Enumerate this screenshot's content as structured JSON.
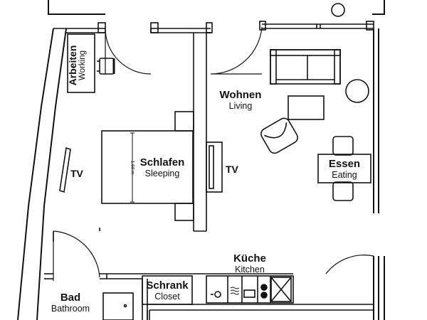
{
  "rooms": {
    "working": {
      "de": "Arbeiten",
      "en": "Working"
    },
    "living": {
      "de": "Wohnen",
      "en": "Living"
    },
    "sleeping": {
      "de": "Schlafen",
      "en": "Sleeping"
    },
    "eating": {
      "de": "Essen",
      "en": "Eating"
    },
    "kitchen": {
      "de": "Küche",
      "en": "Kitchen"
    },
    "closet": {
      "de": "Schrank",
      "en": "Closet"
    },
    "bath": {
      "de": "Bad",
      "en": "Bathroom"
    }
  },
  "tv_left": "TV",
  "tv_right": "TV",
  "bed_width": "1,60 m",
  "icons": [
    "armchair-icon",
    "sofa-icon",
    "table-icon",
    "plant-icon",
    "lounge-chair-icon",
    "dining-table-icon",
    "bed-icon",
    "microwave-icon",
    "dishwasher-icon",
    "oven-icon",
    "hob-icon",
    "sink-icon",
    "toilet-icon"
  ],
  "colors": {
    "line": "#111111",
    "bg": "#ffffff"
  }
}
